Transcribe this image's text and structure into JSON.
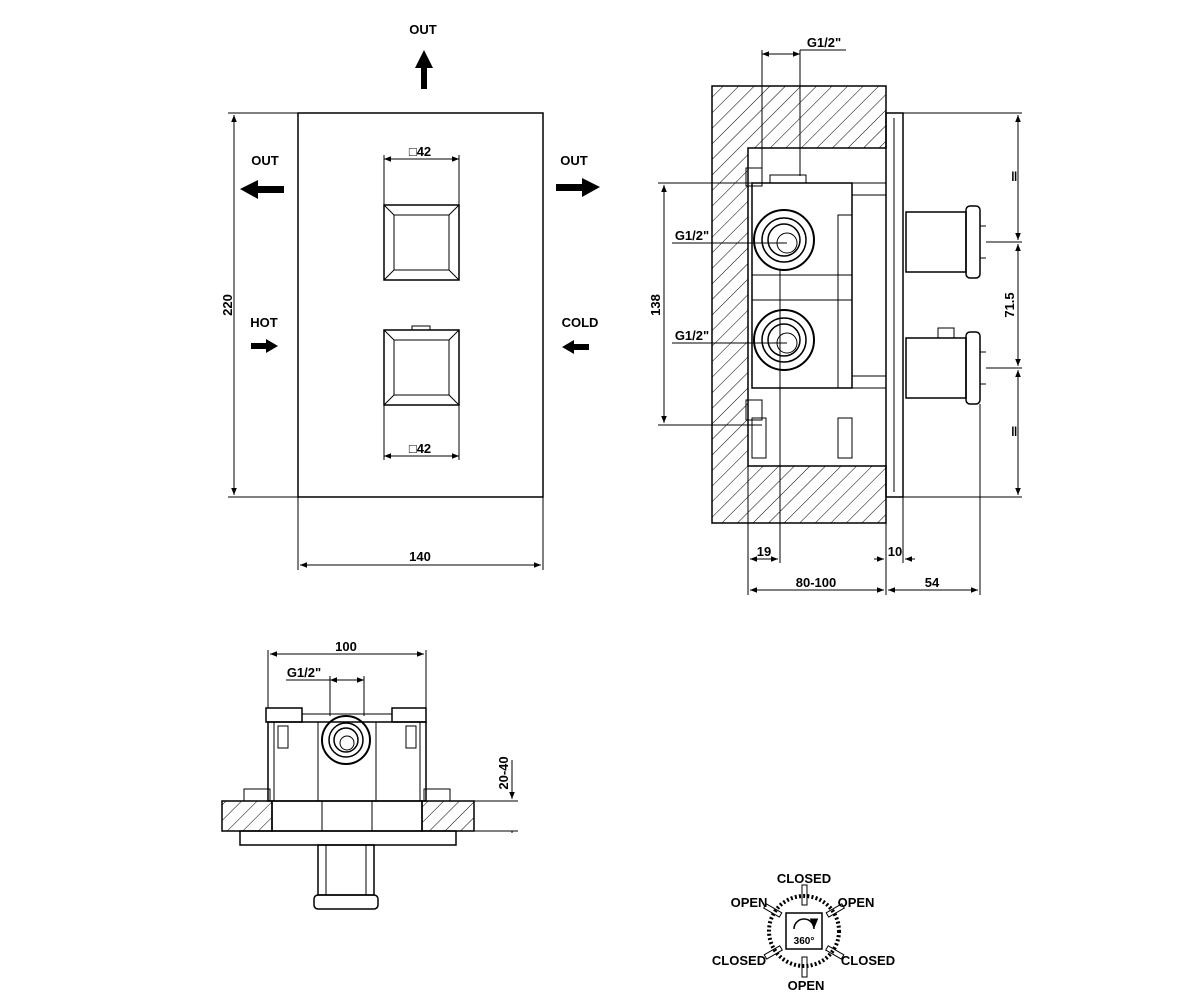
{
  "front_view": {
    "out_top": "OUT",
    "out_left": "OUT",
    "out_right": "OUT",
    "hot": "HOT",
    "cold": "COLD",
    "square_top": "□42",
    "square_bottom": "□42",
    "height_dim": "220",
    "width_dim": "140"
  },
  "side_view": {
    "g_top": "G1/2\"",
    "g_upper": "G1/2\"",
    "g_lower": "G1/2\"",
    "dim_138": "138",
    "dim_715": "71.5",
    "dim_19": "19",
    "dim_10": "10",
    "dim_80_100": "80-100",
    "dim_54": "54"
  },
  "bottom_view": {
    "dim_100": "100",
    "g_label": "G1/2\"",
    "dim_20_40": "20-40"
  },
  "rotation_legend": {
    "closed_top": "CLOSED",
    "open_left": "OPEN",
    "open_right": "OPEN",
    "closed_left": "CLOSED",
    "closed_right": "CLOSED",
    "open_bottom": "OPEN",
    "degrees": "360°"
  }
}
